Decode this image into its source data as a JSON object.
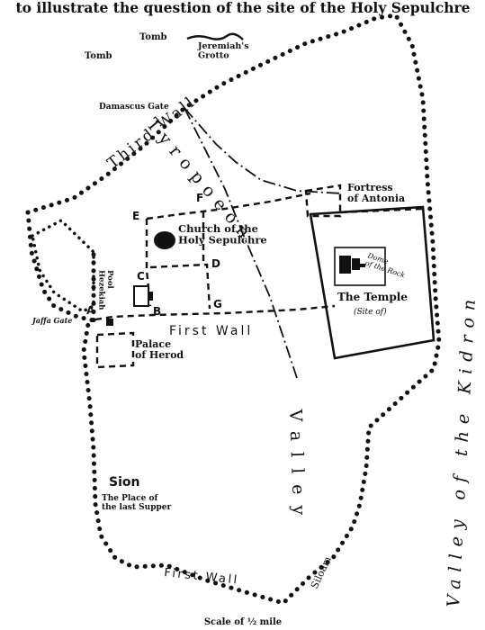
{
  "title": "to illustrate the question of the site of the Holy Sepulchre",
  "labels": {
    "tomb_top": "Tomb",
    "jeremiahs_grotto": "Jeremiah's Grotto",
    "tomb_left": "Tomb",
    "damascus_gate": "Damascus Gate",
    "third_wall": "Third Wall",
    "tyropoeon": "Tyropoeon",
    "tyropoeon_valley": "Valley",
    "fortress_antonia": "Fortress of Antonia",
    "church": "Church of the Holy Sepulchre",
    "pool": "Pool Hezekiah",
    "dome": "Dome of the Rock",
    "temple": "The Temple",
    "temple_site": "(Site of)",
    "jaffa_gate": "Jaffa Gate",
    "first_wall_north": "First Wall",
    "palace": "Palace of Herod",
    "sion": "Sion",
    "last_supper": "The Place of the last Supper",
    "first_wall_south": "First Wall",
    "siloam": "Siloam",
    "kidron": "Valley of the Kidron",
    "scale": "Scale of ½ mile"
  },
  "letters": {
    "A": "A",
    "B": "B",
    "C": "C",
    "D": "D",
    "E": "E",
    "F": "F",
    "G": "G"
  }
}
